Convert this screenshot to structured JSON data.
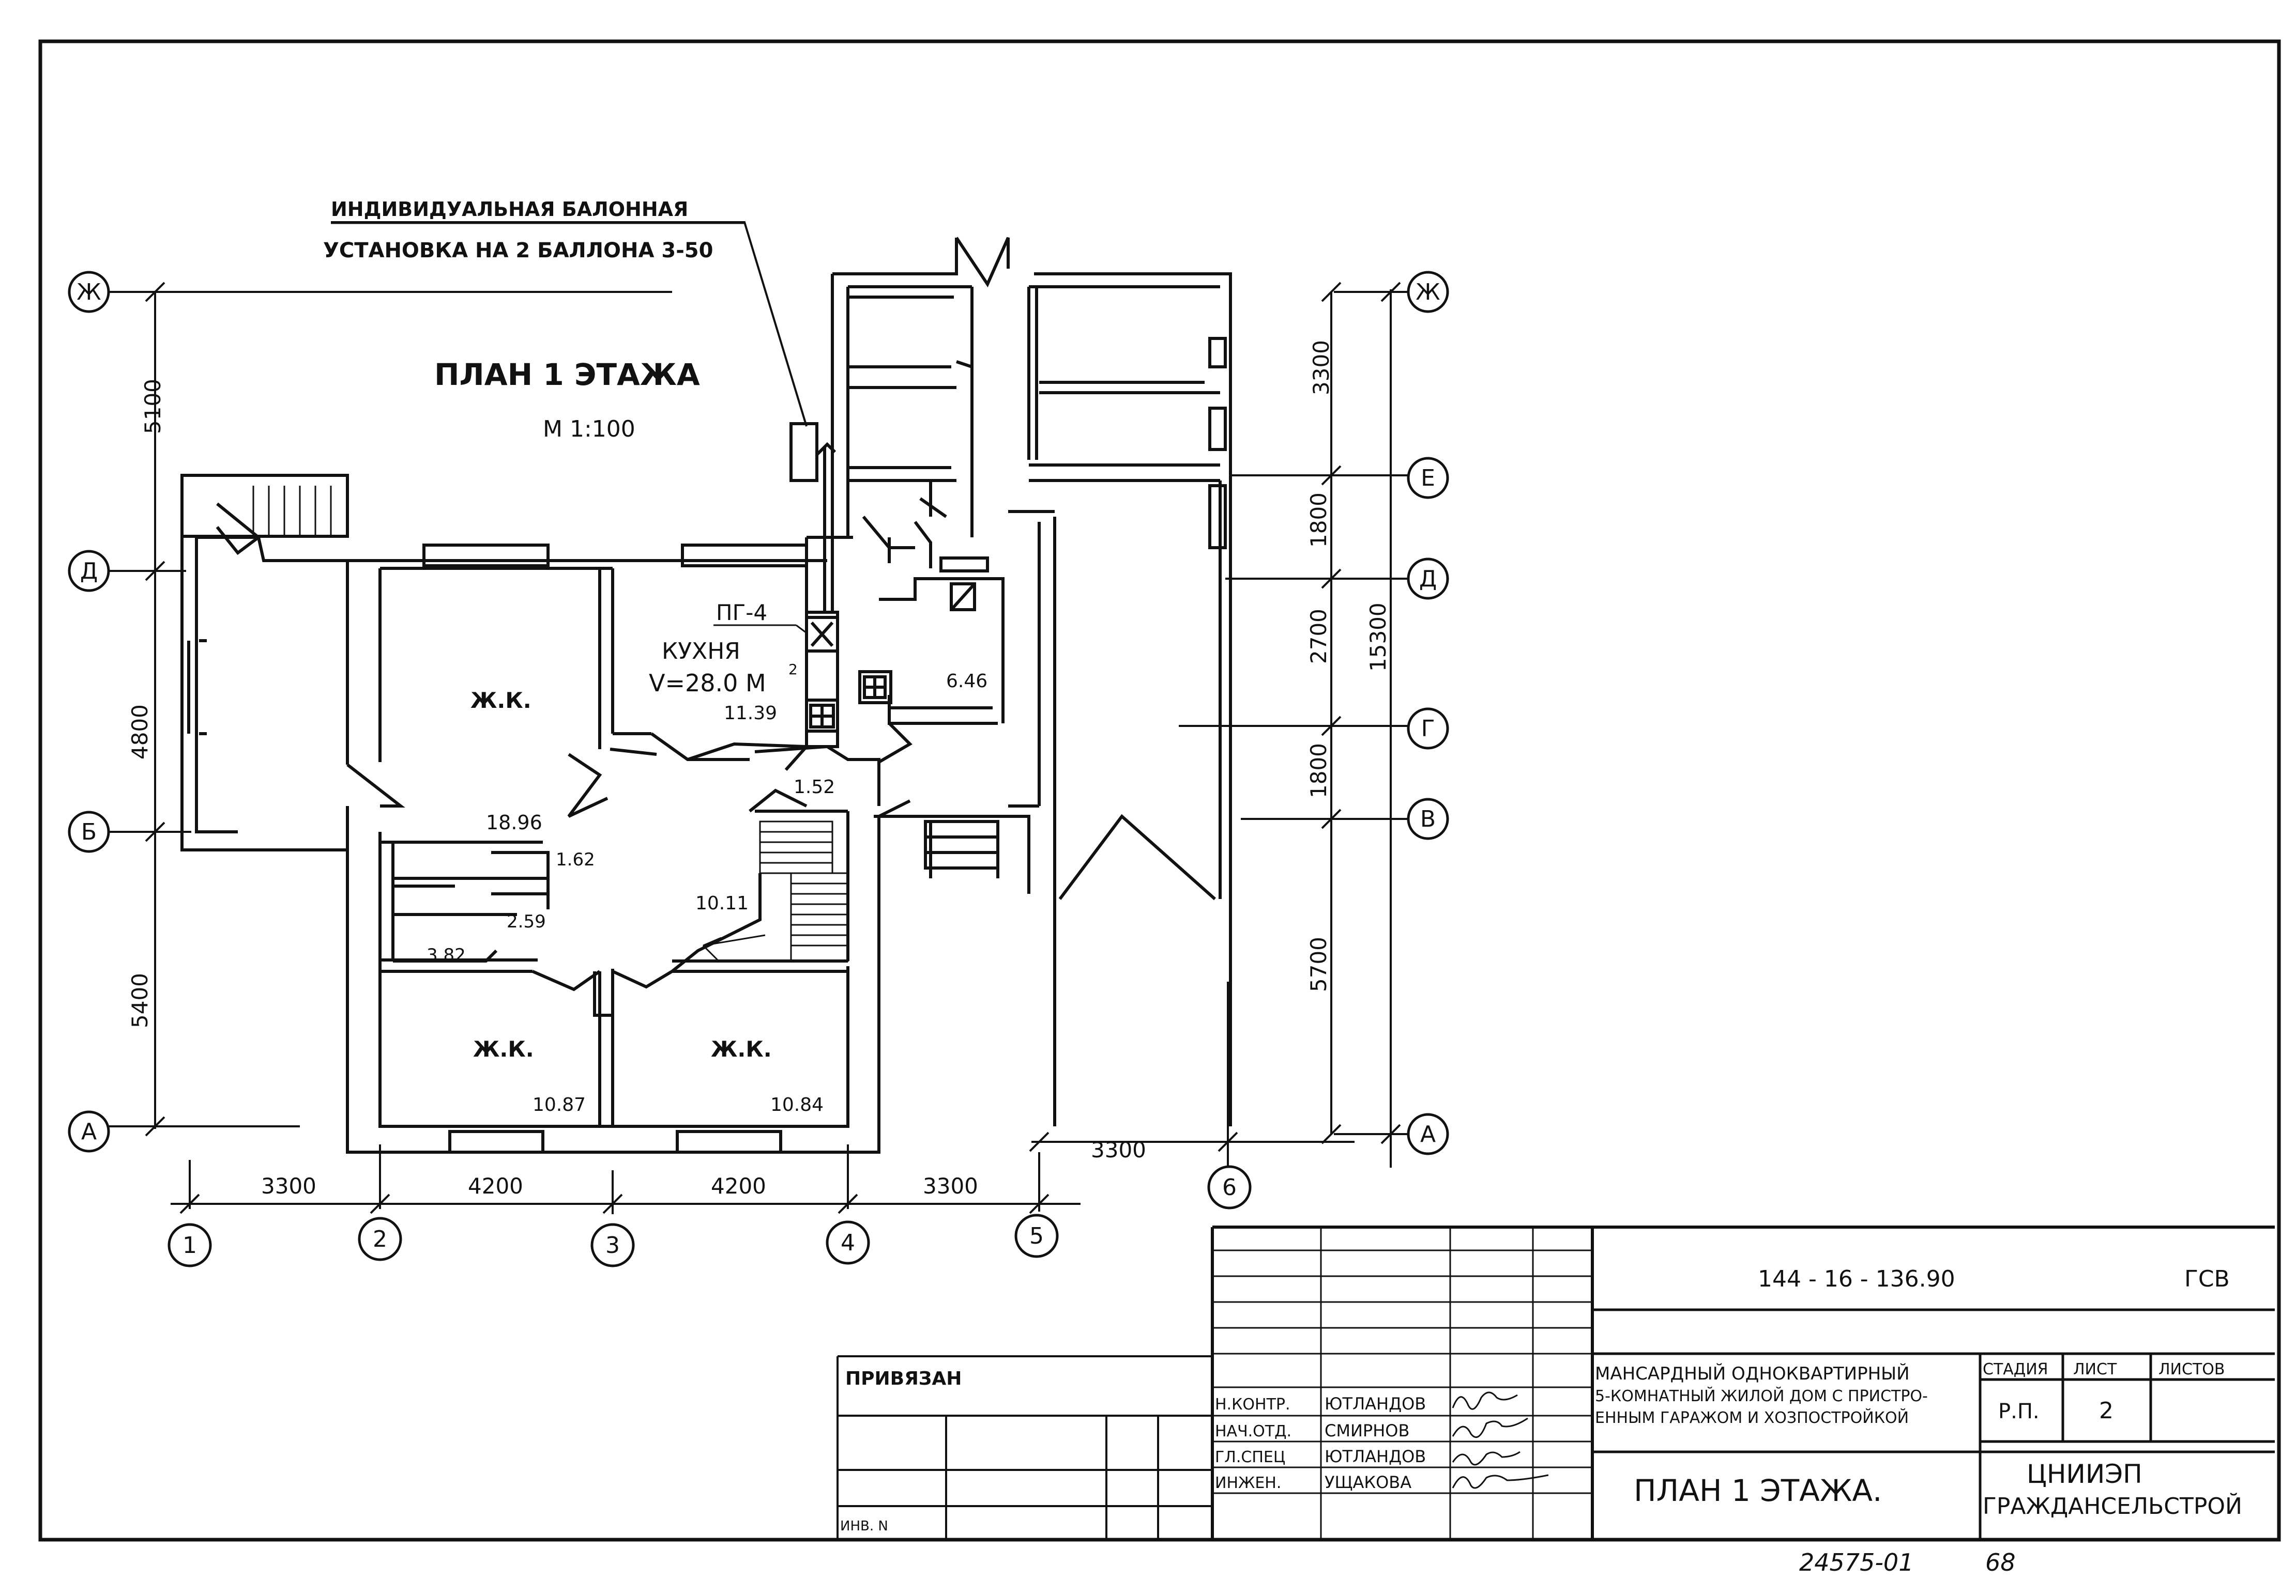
{
  "gas_note": {
    "line1": "ИНДИВИДУАЛЬНАЯ БАЛОННАЯ",
    "line2": "УСТАНОВКА  НА 2 БАЛЛОНА 3-50"
  },
  "plan_title": "ПЛАН  1 ЭТАЖА",
  "plan_scale": "М 1:100",
  "rooms": {
    "living1": "Ж.К.",
    "living2": "Ж.К.",
    "living3": "Ж.К.",
    "kitchen_device": "ПГ-4",
    "kitchen_name": "КУХНЯ",
    "kitchen_volume": "V=28.0 М",
    "kitchen_volume_sup": "2"
  },
  "areas": {
    "kitchen": "11.39",
    "hall": "18.96",
    "utility": "6.46",
    "corridor": "1.52",
    "wc": "1.62",
    "bath": "2.59",
    "storage": "3.82",
    "stair": "10.11",
    "bedroom_left": "10.87",
    "bedroom_right": "10.84"
  },
  "axes": {
    "rows": [
      "Ж",
      "Е",
      "Д",
      "Г",
      "В",
      "Б",
      "А"
    ],
    "cols": [
      "1",
      "2",
      "3",
      "4",
      "5",
      "6"
    ]
  },
  "dims": {
    "left": [
      "5100",
      "4800",
      "5400"
    ],
    "bottom": [
      "3300",
      "4200",
      "4200",
      "3300"
    ],
    "right": [
      "3300",
      "1800",
      "2700",
      "1800",
      "5700"
    ],
    "right_total": "15300",
    "garage_bottom": "3300"
  },
  "title_block": {
    "code": "144 - 16 - 136.90",
    "section": "ГСВ",
    "bound": "ПРИВЯЗАН",
    "inv": "ИНВ. N",
    "roles": [
      "Н.КОНТР.",
      "НАЧ.ОТД.",
      "ГЛ.СПЕЦ",
      "ИНЖЕН."
    ],
    "names": [
      "ЮТЛАНДОВ",
      "СМИРНОВ",
      "ЮТЛАНДОВ",
      "УЩАКОВА"
    ],
    "project_name": [
      "МАНСАРДНЫЙ ОДНОКВАРТИРНЫЙ",
      "5-КОМНАТНЫЙ ЖИЛОЙ ДОМ С ПРИСТРО-",
      "ЕННЫМ ГАРАЖОМ И ХОЗПОСТРОЙКОЙ"
    ],
    "stage_header": "СТАДИЯ",
    "sheet_header": "ЛИСТ",
    "sheets_header": "ЛИСТОВ",
    "stage": "Р.П.",
    "sheet": "2",
    "sheet_title": "ПЛАН  1 ЭТАЖА.",
    "org_line1": "ЦНИИЭП",
    "org_line2": "ГРАЖДАНСЕЛЬСТРОЙ"
  },
  "footer": {
    "archive_no": "24575-01",
    "page_no": "68"
  }
}
